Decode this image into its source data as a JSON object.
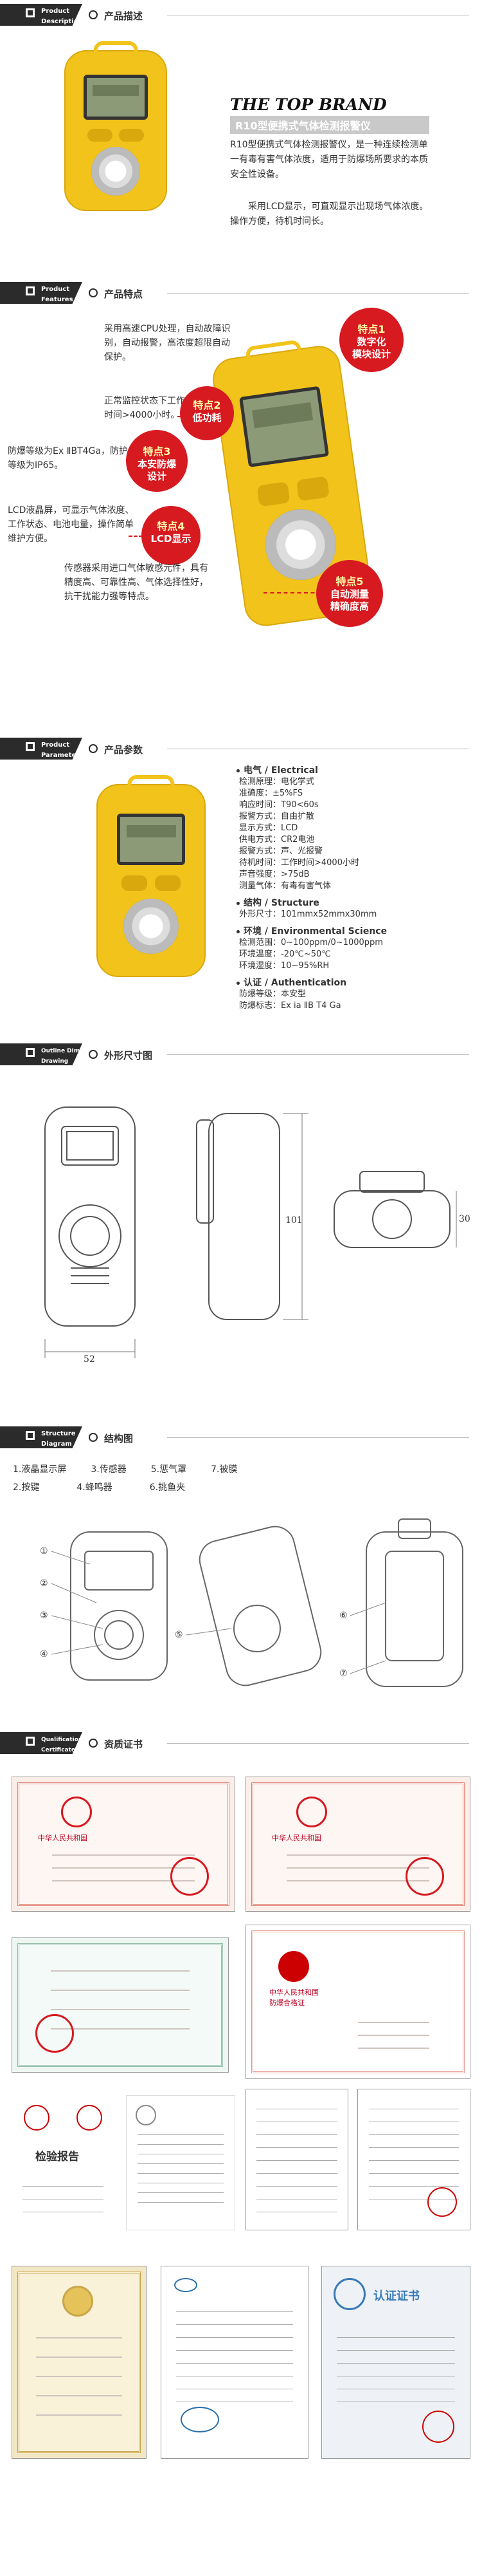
{
  "sections": {
    "s1": {
      "tag_en": "Product\nDescription",
      "title": "产品描述"
    },
    "s2": {
      "tag_en": "Product\nFeatures",
      "title": "产品特点"
    },
    "s3": {
      "tag_en": "Product\nParameters",
      "title": "产品参数"
    },
    "s4": {
      "tag_en": "Outline Dimension\nDrawing",
      "title": "外形尺寸图"
    },
    "s5": {
      "tag_en": "Structure\nDiagram",
      "title": "结构图"
    },
    "s6": {
      "tag_en": "Qualification\nCertificate",
      "title": "资质证书"
    }
  },
  "description": {
    "brand": "THE TOP BRAND",
    "model_title": "R10型便携式气体检测报警仪",
    "paragraph1": "R10型便携式气体检测报警仪，是一种连续检测单一有毒有害气体浓度，适用于防爆场所要求的本质安全性设备。",
    "paragraph2": "采用LCD显示，可直观显示出现场气体浓度。操作方便，待机时间长。"
  },
  "features": {
    "items": [
      {
        "label": "特点1",
        "text": "数字化\n模块设计",
        "desc": "采用高速CPU处理，自动故障识别，自动报警，高浓度超限自动保护。"
      },
      {
        "label": "特点2",
        "text": "低功耗",
        "desc": "正常监控状态下工作时间>4000小时。"
      },
      {
        "label": "特点3",
        "text": "本安防爆\n设计",
        "desc": "防爆等级为Ex ⅡBT4Ga，防护等级为IP65。"
      },
      {
        "label": "特点4",
        "text": "LCD显示",
        "desc": "LCD液晶屏，可显示气体浓度、工作状态、电池电量，操作简单维护方便。"
      },
      {
        "label": "特点5",
        "text": "自动测量\n精确度高",
        "desc": "传感器采用进口气体敏感元件，具有精度高、可靠性高、气体选择性好，抗干扰能力强等特点。"
      }
    ]
  },
  "parameters": {
    "electrical": {
      "heading": "电气 / Electrical",
      "lines": [
        "检测原理：电化学式",
        "准确度：±5%FS",
        "响应时间：T90<60s",
        "报警方式：自由扩散",
        "显示方式：LCD",
        "供电方式：CR2电池",
        "报警方式：声、光报警",
        "待机时间：工作时间>4000小时",
        "声音强度：>75dB",
        "测量气体：有毒有害气体"
      ]
    },
    "structure": {
      "heading": "结构 / Structure",
      "lines": [
        "外形尺寸：101mmx52mmx30mm"
      ]
    },
    "environmental": {
      "heading": "环境 / Environmental Science",
      "lines": [
        "检测范围：0~100ppm/0~1000ppm",
        "环境温度：-20℃~50℃",
        "环境湿度：10~95%RH"
      ]
    },
    "authentication": {
      "heading": "认证 / Authentication",
      "lines": [
        "防爆等级：本安型",
        "防爆标志：Ex ia ⅡB T4 Ga"
      ]
    }
  },
  "dimensions": {
    "height": "101",
    "width": "52",
    "depth": "30"
  },
  "structure_diagram": {
    "legend_row1": [
      "1.液晶显示屏",
      "3.传感器",
      "5.惩气罩",
      "7.被膜"
    ],
    "legend_row2": [
      "2.按键",
      "4.蜂鸣器",
      "6.挑鱼夹"
    ],
    "callouts": [
      "①",
      "②",
      "③",
      "④",
      "⑤",
      "⑥",
      "⑦"
    ]
  },
  "certificates": {
    "report_title": "检验报告",
    "banner_cn": "中华人民共和国",
    "cert_title": "防爆合格证",
    "cnas": "认证证书"
  },
  "colors": {
    "accent_red": "#d71920",
    "device_yellow": "#f2c31b",
    "header_dark": "#2b2b2b"
  }
}
